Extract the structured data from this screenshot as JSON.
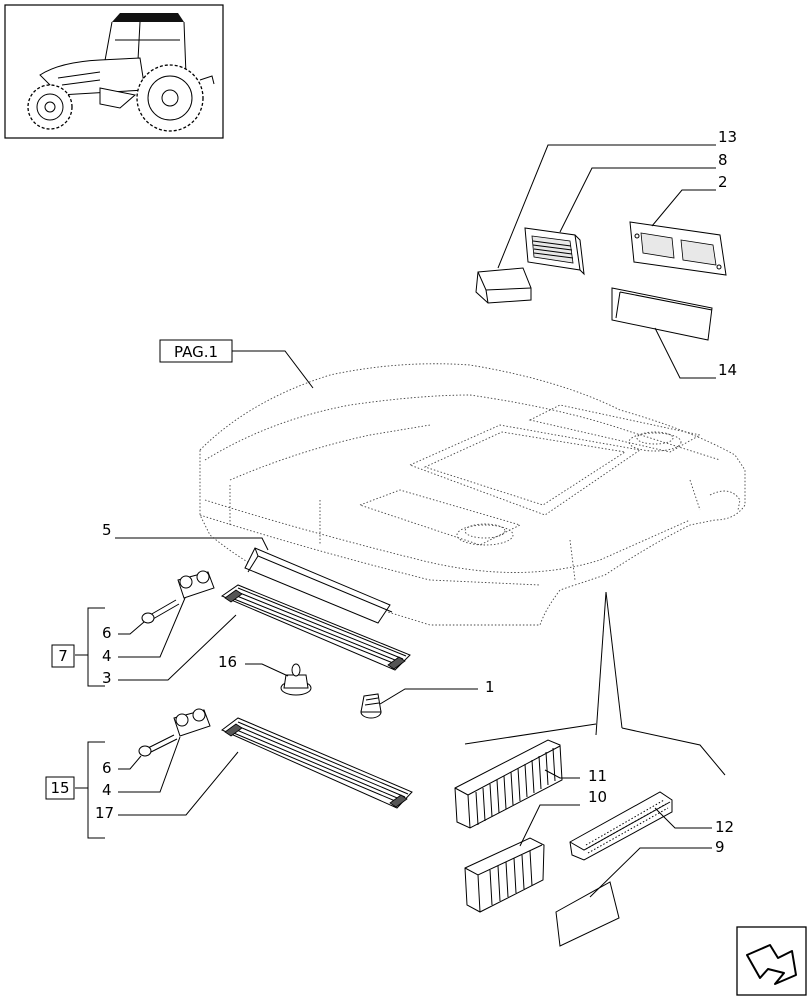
{
  "labels": {
    "c1": "1",
    "c2": "2",
    "c3": "3",
    "c4a": "4",
    "c4b": "4",
    "c5": "5",
    "c6a": "6",
    "c6b": "6",
    "c7": "7",
    "c8": "8",
    "c9": "9",
    "c10": "10",
    "c11": "11",
    "c12": "12",
    "c13": "13",
    "c14": "14",
    "c15": "15",
    "c16": "16",
    "c17": "17"
  },
  "ref": "PAG.1",
  "icons": {
    "thumbnail": "tractor-thumbnail-icon",
    "nav": "next-page-arrow-icon"
  }
}
